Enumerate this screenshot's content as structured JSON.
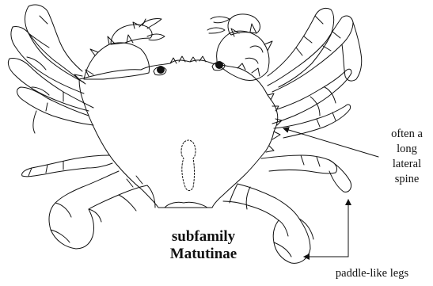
{
  "caption": {
    "line1": "subfamily",
    "line2": "Matutinae"
  },
  "annotations": {
    "spine": [
      "often a",
      "long",
      "lateral",
      "spine"
    ],
    "legs": "paddle-like legs"
  },
  "colors": {
    "line": "#111111",
    "background": "#ffffff"
  }
}
